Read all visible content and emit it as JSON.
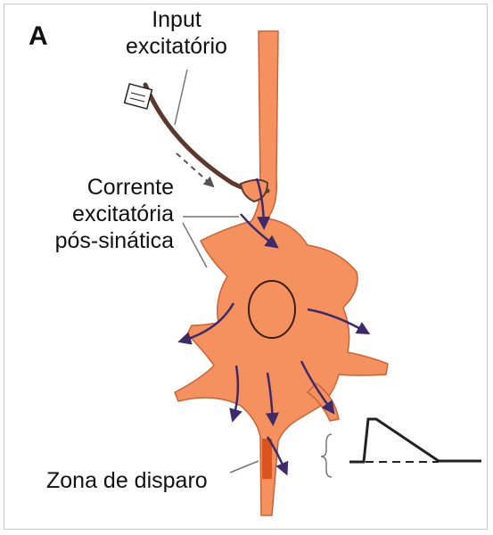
{
  "panel_label": "A",
  "labels": {
    "input_line1": "Input",
    "input_line2": "excitatório",
    "current_line1": "Corrente",
    "current_line2": "excitatória",
    "current_line3": "pós-sinática",
    "trigger_zone": "Zona de disparo"
  },
  "colors": {
    "neuron_fill": "#f4915e",
    "neuron_outline": "#c8643a",
    "arrow": "#3d2a6b",
    "axon_trigger": "#d9541e"
  }
}
